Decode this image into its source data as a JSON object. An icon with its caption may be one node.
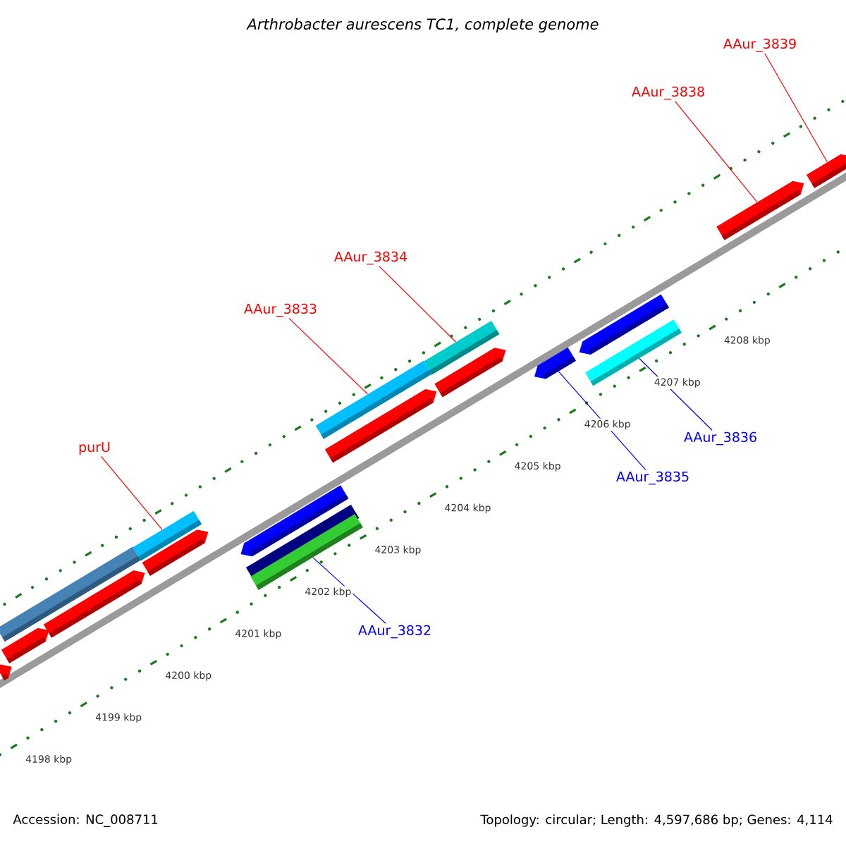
{
  "diagram": {
    "title": "Arthrobacter aurescens TC1, complete genome",
    "nodes": [
      {
        "text": [
          "AAur_3839"
        ]
      },
      {
        "text": [
          "AAur_3838"
        ]
      },
      {
        "text": [
          "AAur_3834"
        ]
      },
      {
        "text": [
          "AAur_3833"
        ]
      },
      {
        "text": [
          "AAur_3836"
        ]
      },
      {
        "text": [
          "purU"
        ]
      },
      {
        "text": [
          "AAur_3835"
        ]
      },
      {
        "text": [
          "AAur_3832"
        ]
      },
      {
        "text": [],
        "shape": "bar"
      },
      {
        "text": [],
        "shape": "bar"
      },
      {
        "text": [],
        "shape": "bar"
      },
      {
        "text": [],
        "shape": "bar"
      },
      {
        "text": [],
        "shape": "bar"
      },
      {
        "text": [],
        "shape": "bar"
      },
      {
        "text": [],
        "shape": "bar"
      },
      {
        "text": [],
        "shape": "bar"
      },
      {
        "text": [],
        "shape": "bar"
      },
      {
        "text": [],
        "shape": "bar"
      },
      {
        "text": [],
        "shape": "bar"
      },
      {
        "text": [],
        "shape": "bar"
      },
      {
        "text": [],
        "shape": "bar"
      },
      {
        "text": [],
        "shape": "bar"
      },
      {
        "text": [],
        "shape": "bar"
      },
      {
        "text": [],
        "shape": "bar"
      },
      {
        "text": [],
        "shape": "bar"
      },
      {
        "text": [],
        "shape": "bar"
      }
    ],
    "edges": [
      {
        "from": 0,
        "to": 25,
        "arrow": "none"
      },
      {
        "from": 1,
        "to": 24,
        "arrow": "none"
      },
      {
        "from": 2,
        "to": 19,
        "arrow": "none"
      },
      {
        "from": 3,
        "to": 17,
        "arrow": "none"
      },
      {
        "from": 4,
        "to": 23,
        "arrow": "none",
        "color": "#0000ff"
      },
      {
        "from": 5,
        "to": 12,
        "arrow": "none"
      },
      {
        "from": 6,
        "to": 21,
        "arrow": "none",
        "color": "#0000ff"
      },
      {
        "from": 7,
        "to": 16,
        "arrow": "none",
        "color": "#0000ff"
      }
    ],
    "labels": [
      "4198 kbp",
      "4199 kbp",
      "4200 kbp",
      "4201 kbp",
      "4202 kbp",
      "4203 kbp",
      "4204 kbp",
      "4205 kbp",
      "4206 kbp",
      "4207 kbp",
      "4208 kbp",
      "Accession: NC_008711",
      "Topology: circular; Length: 4,597,686 bp; Genes: 4,114"
    ]
  }
}
